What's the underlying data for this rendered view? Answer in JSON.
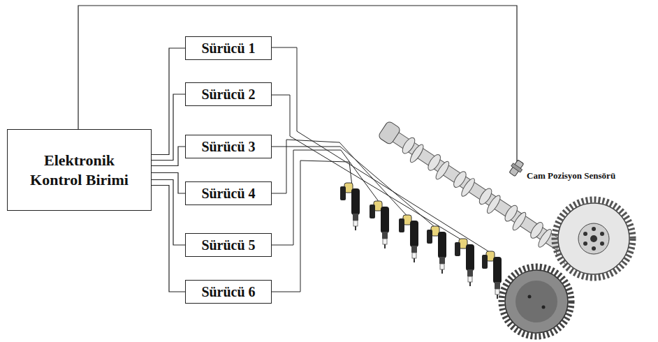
{
  "diagram": {
    "nodes": [
      {
        "text": [
          "Elektronik Kontrol Birimi"
        ]
      },
      {
        "text": [
          "Sürücü 1"
        ]
      },
      {
        "text": [
          "Sürücü 2"
        ]
      },
      {
        "text": [
          "Sürücü 3"
        ]
      },
      {
        "text": [
          "Sürücü 4"
        ]
      },
      {
        "text": [
          "Sürücü 5"
        ]
      },
      {
        "text": [
          "Sürücü 6"
        ]
      }
    ],
    "edges": [
      {
        "from": 0,
        "to": 1,
        "arrow": "none"
      },
      {
        "from": 0,
        "to": 2,
        "arrow": "none"
      },
      {
        "from": 0,
        "to": 3,
        "arrow": "none"
      },
      {
        "from": 0,
        "to": 4,
        "arrow": "none"
      },
      {
        "from": 0,
        "to": 5,
        "arrow": "none"
      },
      {
        "from": 0,
        "to": 6,
        "arrow": "none"
      }
    ],
    "labels": [
      "Cam Pozisyon Sensörü"
    ]
  }
}
